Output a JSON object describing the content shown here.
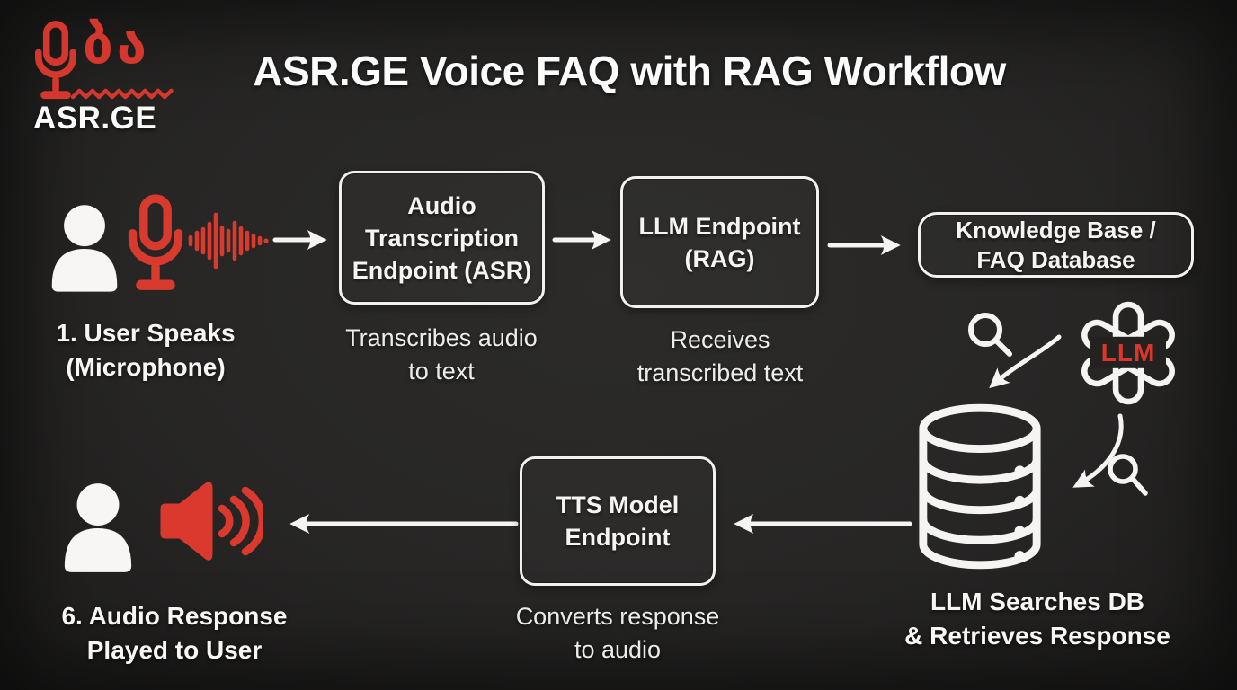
{
  "colors": {
    "background": "#272625",
    "accent_red": "#d93a2e",
    "text_white": "#f5f4f2"
  },
  "logo": {
    "glyphs": "ბა",
    "brand": "ASR.GE"
  },
  "header": {
    "title": "ASR.GE Voice FAQ with RAG Workflow"
  },
  "boxes": {
    "asr": {
      "line1": "Audio",
      "line2": "Transcription",
      "line3": "Endpoint (ASR)",
      "caption1": "Transcribes audio",
      "caption2": "to text"
    },
    "llm": {
      "line1": "LLM Endpoint",
      "line2": "(RAG)",
      "caption1": "Receives",
      "caption2": "transcribed text"
    },
    "kb": {
      "line1": "Knowledge Base /",
      "line2": "FAQ Database"
    },
    "tts": {
      "line1": "TTS Model",
      "line2": "Endpoint",
      "caption1": "Converts response",
      "caption2": "to audio"
    }
  },
  "steps": {
    "user_speaks": {
      "line1": "1. User Speaks",
      "line2": "(Microphone)"
    },
    "db_search": {
      "line1": "LLM Searches DB",
      "line2": "& Retrieves Response"
    },
    "audio_response": {
      "line1": "6. Audio Response",
      "line2": "Played to User"
    }
  },
  "badges": {
    "llm": "LLM"
  },
  "icons": {
    "logo_microphone": "microphone-icon",
    "logo_underline": "zigzag-underline-icon",
    "user": "user-icon",
    "microphone": "microphone-icon",
    "waveform": "waveform-icon",
    "speaker": "speaker-icon",
    "search": "search-icon",
    "llm_flower": "llm-flower-icon",
    "database": "database-icon",
    "arrow": "arrow-icon"
  }
}
